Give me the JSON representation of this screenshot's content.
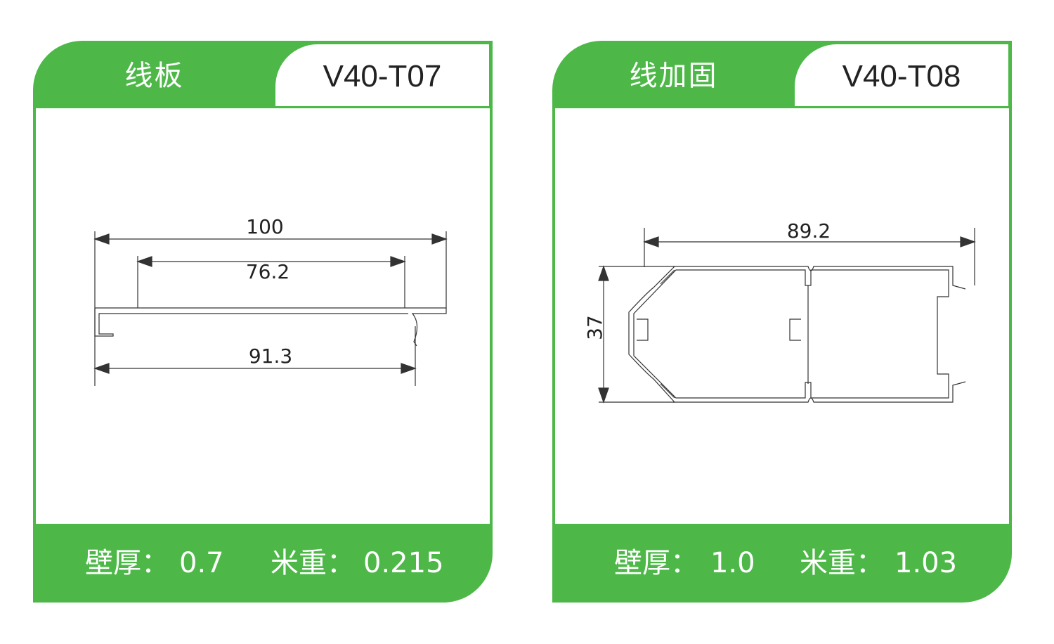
{
  "cards": [
    {
      "name": "线板",
      "code": "V40-T07",
      "wall_label": "壁厚：",
      "wall": "0.7",
      "weight_label": "米重：",
      "weight": "0.215",
      "dims": {
        "overall": "100",
        "inner": "76.2",
        "bottom": "91.3"
      }
    },
    {
      "name": "线加固",
      "code": "V40-T08",
      "wall_label": "壁厚：",
      "wall": "1.0",
      "weight_label": "米重：",
      "weight": "1.03",
      "dims": {
        "width": "89.2",
        "height": "37"
      }
    }
  ],
  "colors": {
    "accent": "#4db848"
  }
}
